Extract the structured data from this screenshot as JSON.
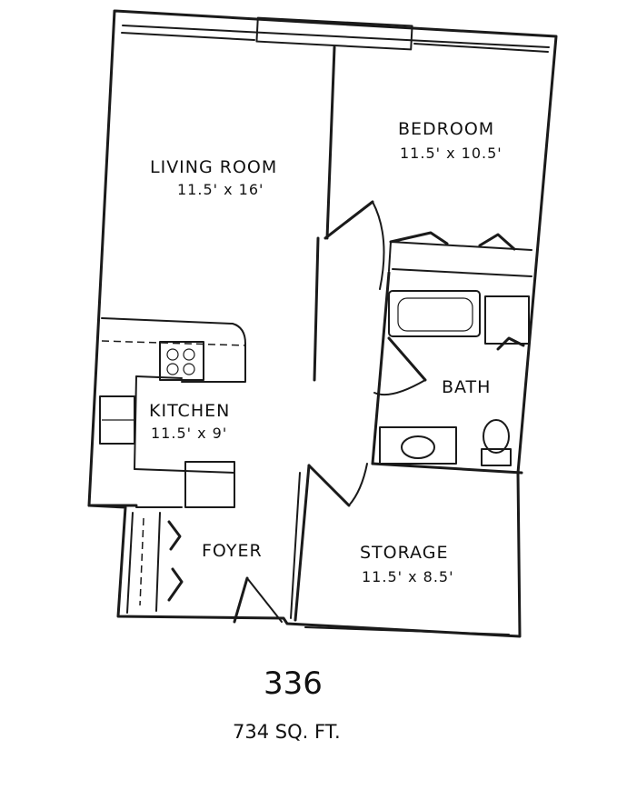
{
  "rooms": {
    "living_room": {
      "name": "LIVING ROOM",
      "dims": "11.5' x 16'"
    },
    "bedroom": {
      "name": "BEDROOM",
      "dims": "11.5' x 10.5'"
    },
    "kitchen": {
      "name": "KITCHEN",
      "dims": "11.5' x 9'"
    },
    "bath": {
      "name": "BATH"
    },
    "foyer": {
      "name": "FOYER"
    },
    "storage": {
      "name": "STORAGE",
      "dims": "11.5' x 8.5'"
    }
  },
  "unit": {
    "number": "336",
    "area": "734 SQ. FT."
  }
}
